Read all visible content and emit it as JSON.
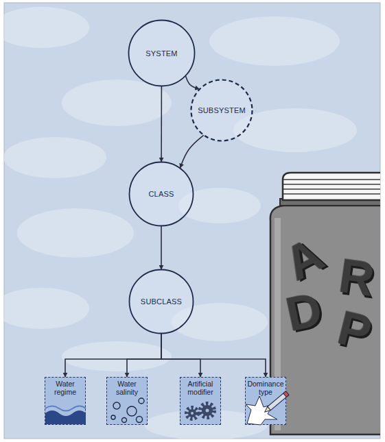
{
  "diagram": {
    "nodes": [
      {
        "text": [
          "SYSTEM"
        ]
      },
      {
        "text": [
          "SUBSYSTEM"
        ]
      },
      {
        "text": [
          "CLASS"
        ]
      },
      {
        "text": [
          "SUBCLASS"
        ]
      },
      {
        "text": [
          "Water regime"
        ]
      },
      {
        "text": [
          "Water salinity"
        ]
      },
      {
        "text": [
          "Artificial modifier"
        ]
      },
      {
        "text": [
          "Dominance type"
        ]
      }
    ],
    "edges": [
      {
        "from": 0,
        "to": 2,
        "arrow": "to"
      },
      {
        "from": 0,
        "to": 1,
        "arrow": "to"
      },
      {
        "from": 1,
        "to": 2,
        "arrow": "to"
      },
      {
        "from": 2,
        "to": 3,
        "arrow": "to"
      },
      {
        "from": 3,
        "to": 4,
        "arrow": "to"
      },
      {
        "from": 3,
        "to": 5,
        "arrow": "to"
      },
      {
        "from": 3,
        "to": 6,
        "arrow": "to"
      },
      {
        "from": 3,
        "to": 7,
        "arrow": "to"
      }
    ],
    "labels": [
      "A",
      "R",
      "D",
      "P"
    ]
  }
}
